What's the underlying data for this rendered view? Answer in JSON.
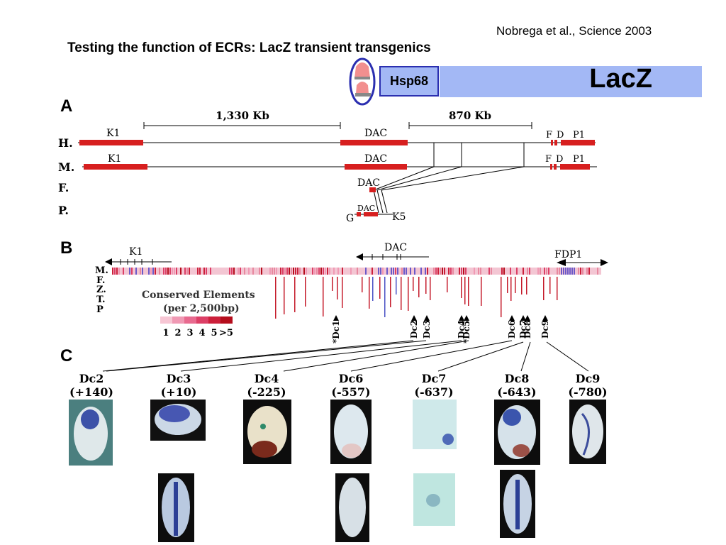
{
  "header": {
    "citation": "Nobrega et al., Science 2003",
    "title": "Testing the function of ECRs: LacZ transient transgenics"
  },
  "construct": {
    "promoter_label": "Hsp68",
    "reporter_label": "LacZ",
    "reporter_color": "#a3b8f5",
    "ring_color": "#2b2fb0"
  },
  "panel_a": {
    "letter": "A",
    "dist_left": "1,330 Kb",
    "dist_right": "870 Kb",
    "rows": [
      {
        "label": "H.",
        "genes": [
          "K1",
          "DAC",
          "F",
          "D",
          "P1"
        ]
      },
      {
        "label": "M.",
        "genes": [
          "K1",
          "DAC",
          "F",
          "D",
          "P1"
        ]
      },
      {
        "label": "F.",
        "genes": [
          "DAC"
        ]
      },
      {
        "label": "P.",
        "genes": [
          "G",
          "DAC",
          "K5"
        ]
      }
    ]
  },
  "panel_b": {
    "letter": "B",
    "gene_k1": "K1",
    "gene_dac": "DAC",
    "gene_fdp": "FDP1",
    "species": [
      "M.",
      "F.",
      "Z.",
      "T.",
      "P"
    ],
    "legend_title_1": "Conserved Elements",
    "legend_title_2": "(per 2,500bp)",
    "legend_values": [
      "1",
      "2",
      "3",
      "4",
      "5",
      ">5"
    ],
    "legend_colors": [
      "#f7c6d4",
      "#f099b4",
      "#e86a8f",
      "#dc3f66",
      "#cc1f3a",
      "#b50d1c"
    ],
    "elements": [
      "*Dc1",
      "Dc2",
      "Dc3",
      "Dc4",
      "*Dc5",
      "Dc6",
      "Dc7",
      "Dc8",
      "Dc9"
    ]
  },
  "panel_c": {
    "letter": "C",
    "embryos": [
      {
        "name": "Dc2",
        "pos": "(+140)"
      },
      {
        "name": "Dc3",
        "pos": "(+10)"
      },
      {
        "name": "Dc4",
        "pos": "(-225)"
      },
      {
        "name": "Dc6",
        "pos": "(-557)"
      },
      {
        "name": "Dc7",
        "pos": "(-637)"
      },
      {
        "name": "Dc8",
        "pos": "(-643)"
      },
      {
        "name": "Dc9",
        "pos": "(-780)"
      }
    ]
  }
}
